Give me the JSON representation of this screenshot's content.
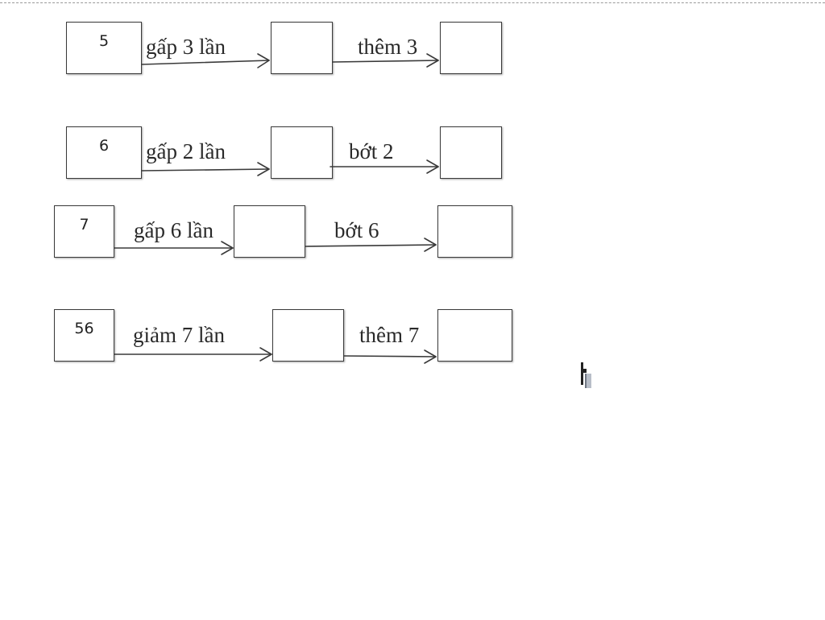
{
  "rows": [
    {
      "start": "5",
      "op1": "gấp 3 lần",
      "op2": "thêm 3",
      "mid": "",
      "end": ""
    },
    {
      "start": "6",
      "op1": "gấp 2 lần",
      "op2": "bớt 2",
      "mid": "",
      "end": ""
    },
    {
      "start": "7",
      "op1": "gấp 6 lần",
      "op2": "bớt 6",
      "mid": "",
      "end": ""
    },
    {
      "start": "56",
      "op1": "giảm 7 lần",
      "op2": "thêm 7",
      "mid": "",
      "end": ""
    }
  ],
  "colors": {
    "stroke": "#3a3a3a",
    "text": "#2a2a2a"
  },
  "icons": {
    "cursor": "text-cursor-icon"
  }
}
